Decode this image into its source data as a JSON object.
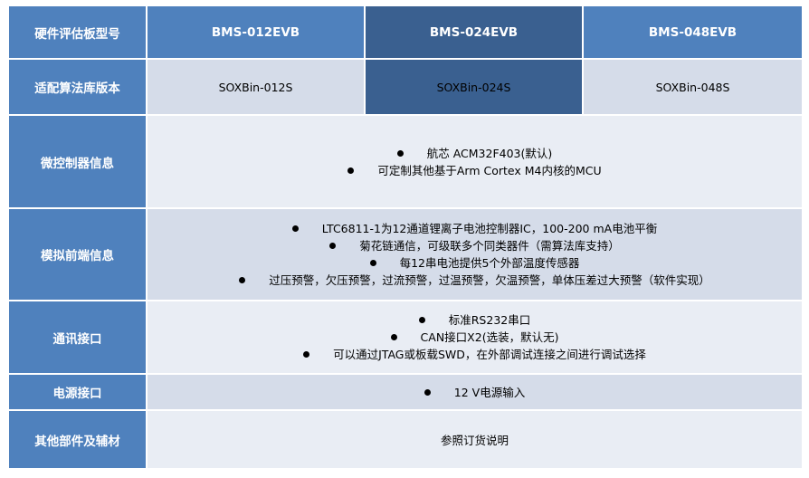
{
  "header": {
    "label": "硬件评估板型号",
    "models": [
      "BMS-012EVB",
      "BMS-024EVB",
      "BMS-048EVB"
    ]
  },
  "algo_row": {
    "label": "适配算法库版本",
    "values": [
      "SOXBin-012S",
      "SOXBin-024S",
      "SOXBin-048S"
    ]
  },
  "mcu_row": {
    "label": "微控制器信息",
    "bullets": [
      "航芯 ACM32F403(默认)",
      "可定制其他基于Arm Cortex M4内核的MCU"
    ]
  },
  "afe_row": {
    "label": "模拟前端信息",
    "bullets": [
      "LTC6811-1为12通道锂离子电池控制器IC，100-200 mA电池平衡",
      "菊花链通信，可级联多个同类器件（需算法库支持）",
      "每12串电池提供5个外部温度传感器",
      "过压预警，欠压预警，过流预警，过温预警，欠温预警，单体压差过大预警（软件实现）"
    ]
  },
  "comm_row": {
    "label": "通讯接口",
    "bullets": [
      "标准RS232串口",
      "CAN接口X2(选装，默认无)",
      "可以通过JTAG或板载SWD，在外部调试连接之间进行调试选择"
    ]
  },
  "power_row": {
    "label": "电源接口",
    "bullets": [
      "12 V电源输入"
    ]
  },
  "other_row": {
    "label": "其他部件及辅材",
    "value": "参照订货说明"
  }
}
